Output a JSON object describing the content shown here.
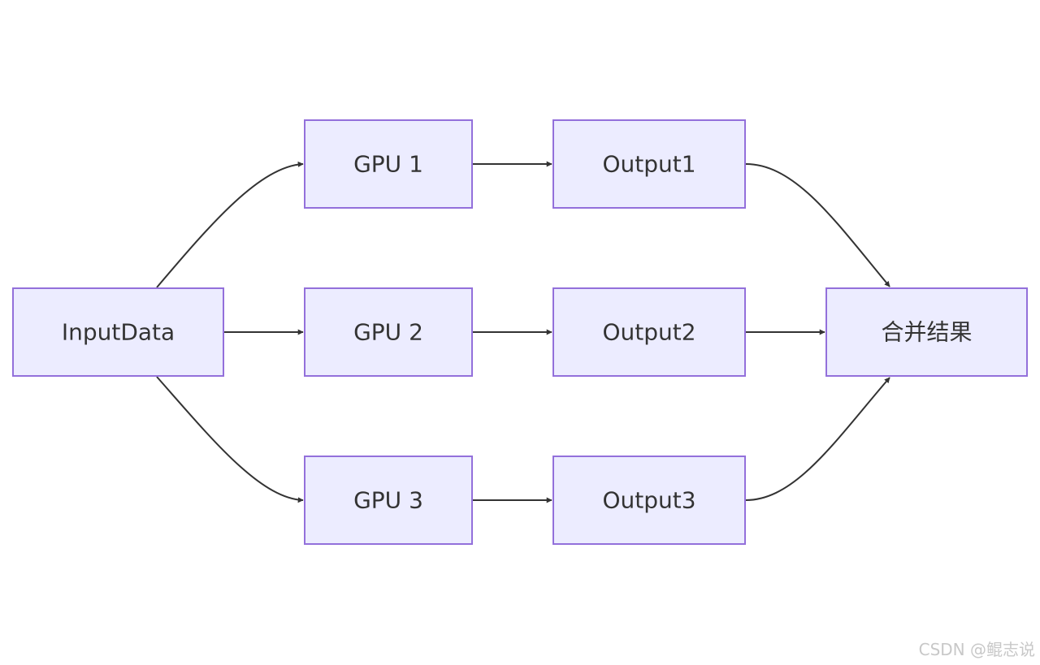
{
  "diagram": {
    "nodes": {
      "input": "InputData",
      "gpu1": "GPU 1",
      "gpu2": "GPU 2",
      "gpu3": "GPU 3",
      "out1": "Output1",
      "out2": "Output2",
      "out3": "Output3",
      "merge": "合并结果"
    },
    "edges": [
      {
        "from": "InputData",
        "to": "GPU 1"
      },
      {
        "from": "InputData",
        "to": "GPU 2"
      },
      {
        "from": "InputData",
        "to": "GPU 3"
      },
      {
        "from": "GPU 1",
        "to": "Output1"
      },
      {
        "from": "GPU 2",
        "to": "Output2"
      },
      {
        "from": "GPU 3",
        "to": "Output3"
      },
      {
        "from": "Output1",
        "to": "合并结果"
      },
      {
        "from": "Output2",
        "to": "合并结果"
      },
      {
        "from": "Output3",
        "to": "合并结果"
      }
    ],
    "colors": {
      "node_fill": "#ececff",
      "node_stroke": "#9370db",
      "edge": "#333333",
      "text": "#333333"
    }
  },
  "watermark": "CSDN @鲲志说"
}
